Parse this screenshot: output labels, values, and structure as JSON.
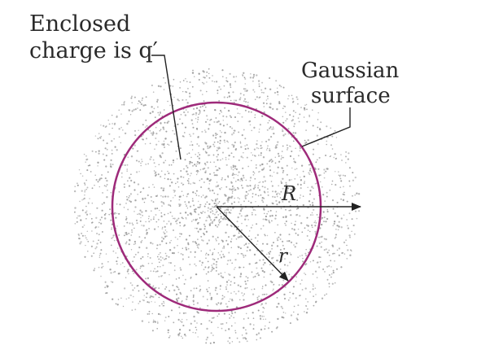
{
  "labels": {
    "enclosed_line1": "Enclosed",
    "enclosed_line2": "charge is q′",
    "gaussian_line1": "Gaussian",
    "gaussian_line2": "surface",
    "big_radius": "R",
    "small_radius": "r"
  },
  "colors": {
    "gaussian_circle": "#9e2a7a",
    "charge_dots": "#9a9a9a",
    "lines": "#222222"
  }
}
